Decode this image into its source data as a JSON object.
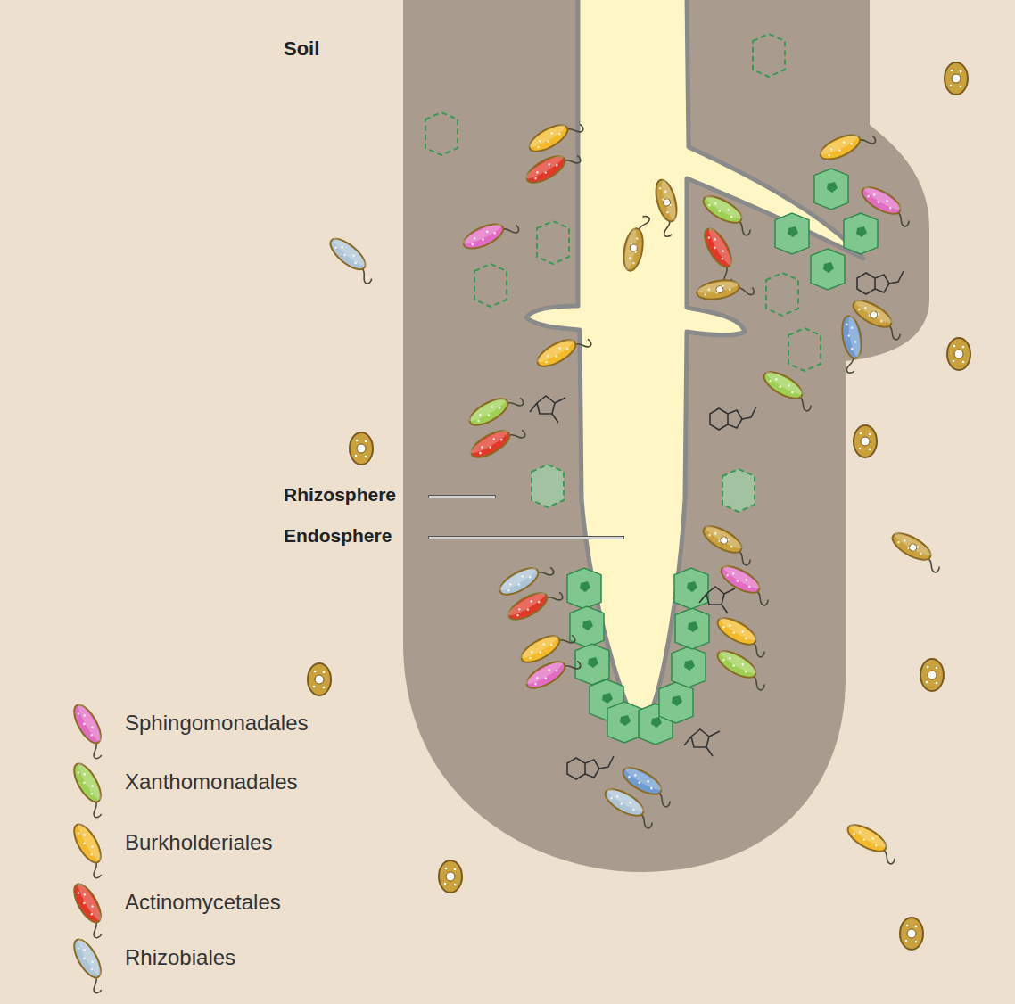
{
  "diagram": {
    "labels": [
      "Soil",
      "Rhizosphere",
      "Endosphere"
    ],
    "legend": [
      {
        "text": "Sphingomonadales"
      },
      {
        "text": "Xanthomonadales"
      },
      {
        "text": "Burkholderiales"
      },
      {
        "text": "Actinomycetales"
      },
      {
        "text": "Rhizobiales"
      }
    ]
  }
}
